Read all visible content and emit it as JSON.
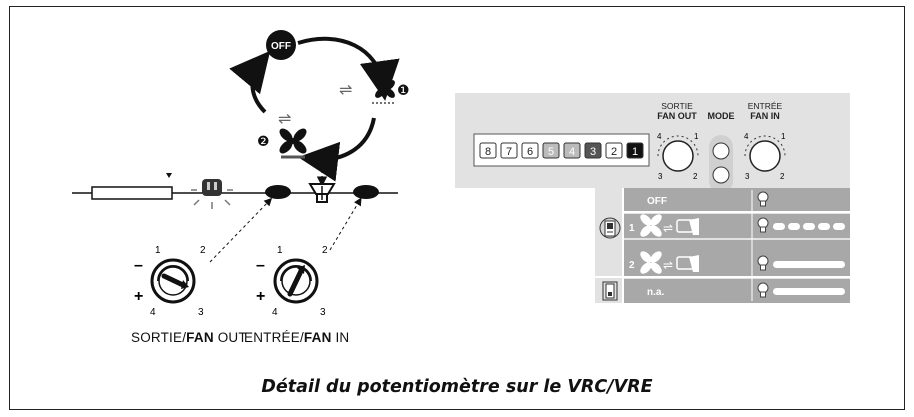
{
  "caption": "Détail du potentiomètre sur le VRC/VRE",
  "cycle": {
    "off_badge": "OFF",
    "step1": "❶",
    "step2": "❷"
  },
  "dials": [
    {
      "label_pre": "SORTIE/",
      "label_bold": "FAN",
      "label_post": " OUT",
      "ticks": [
        "1",
        "2",
        "3",
        "4"
      ],
      "minus": "–",
      "plus": "+"
    },
    {
      "label_pre": "ENTRÉE/",
      "label_bold": "FAN",
      "label_post": " IN",
      "ticks": [
        "1",
        "2",
        "3",
        "4"
      ],
      "minus": "–",
      "plus": "+"
    }
  ],
  "panel": {
    "col_fan_out": [
      "SORTIE",
      "FAN OUT"
    ],
    "col_mode": "MODE",
    "col_fan_in": [
      "ENTRÉE",
      "FAN IN"
    ],
    "speed_digits": [
      "8",
      "7",
      "6",
      "5",
      "4",
      "3",
      "2",
      "1"
    ],
    "knob_ticks": [
      "4",
      "1",
      "3",
      "2"
    ],
    "rows": [
      {
        "label": "OFF"
      },
      {
        "label": "1"
      },
      {
        "label": "2"
      },
      {
        "label": "n.a."
      }
    ]
  },
  "colors": {
    "panel_bg": "#e2e2e2",
    "panel_dark": "#a8a8a8",
    "ink": "#111111"
  }
}
